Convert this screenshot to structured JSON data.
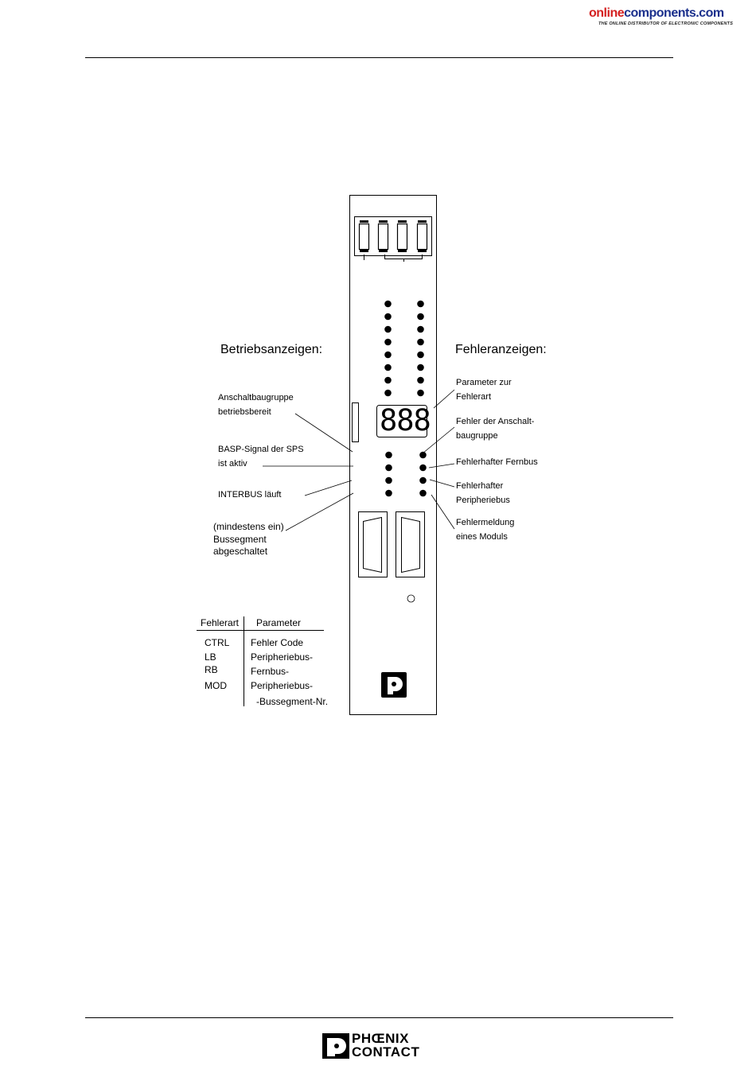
{
  "header": {
    "brand_part1": "online",
    "brand_part2": "components.com",
    "tagline": "THE ONLINE DISTRIBUTOR OF ELECTRONIC COMPONENTS"
  },
  "diagram": {
    "display_digits": "888",
    "left_heading": "Betriebsanzeigen:",
    "right_heading": "Fehleranzeigen:",
    "left_labels": {
      "anschalt_1": "Anschaltbaugruppe",
      "anschalt_2": "betriebsbereit",
      "basp_1": "BASP-Signal der SPS",
      "basp_2": "ist aktiv",
      "interbus": "INTERBUS läuft",
      "segment_1": "(mindestens ein)",
      "segment_2": "Bussegment",
      "segment_3": "abgeschaltet"
    },
    "right_labels": {
      "param_1": "Parameter zur",
      "param_2": "Fehlerart",
      "fehler_anschalt_1": "Fehler der Anschalt-",
      "fehler_anschalt_2": "baugruppe",
      "fernbus": "Fehlerhafter Fernbus",
      "peripherie_1": "Fehlerhafter",
      "peripherie_2": "Peripheriebus",
      "modul_1": "Fehlermeldung",
      "modul_2": "eines Moduls"
    }
  },
  "table": {
    "headers": [
      "Fehlerart",
      "Parameter"
    ],
    "rows": [
      {
        "type": "CTRL",
        "param": "Fehler Code"
      },
      {
        "type": "LB",
        "param": "Peripheriebus-"
      },
      {
        "type": "RB",
        "param": "Fernbus-"
      },
      {
        "type": "MOD",
        "param": "Peripheriebus-"
      }
    ],
    "suffix": "-Bussegment-Nr."
  },
  "footer": {
    "logo_line1": "PHŒNIX",
    "logo_line2": "CONTACT"
  }
}
